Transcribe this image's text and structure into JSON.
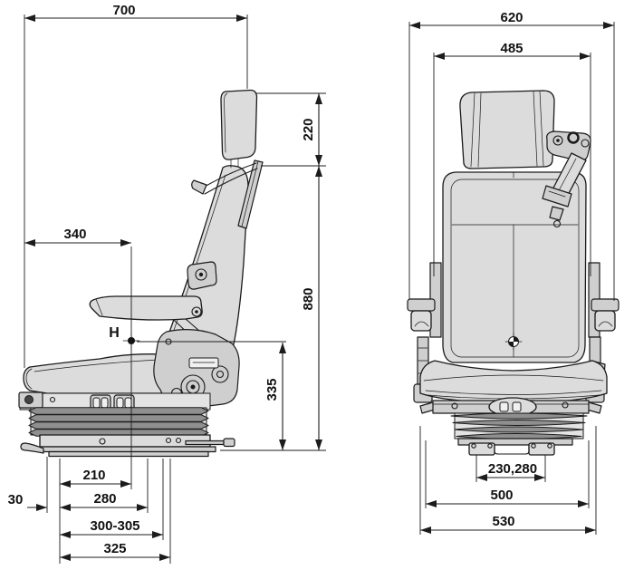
{
  "colors": {
    "background": "#ffffff",
    "line": "#1a1a1a",
    "upholstery_fill": "#dcdcdc",
    "bellows_fill": "#8f8f8f"
  },
  "side_view": {
    "h_point_label": "H",
    "dimensions": {
      "overall_length": "700",
      "backrest_to_hpoint": "340",
      "headrest_height": "220",
      "overall_height": "880",
      "hpoint_height": "335",
      "slide_210": "210",
      "slide_280": "280",
      "slide_300_305": "300-305",
      "slide_325": "325",
      "offset_30": "30"
    }
  },
  "rear_view": {
    "dimensions": {
      "overall_width": "620",
      "backrest_width": "485",
      "mount_spacing": "230,280",
      "base_width": "500",
      "overall_base_width": "530"
    }
  }
}
